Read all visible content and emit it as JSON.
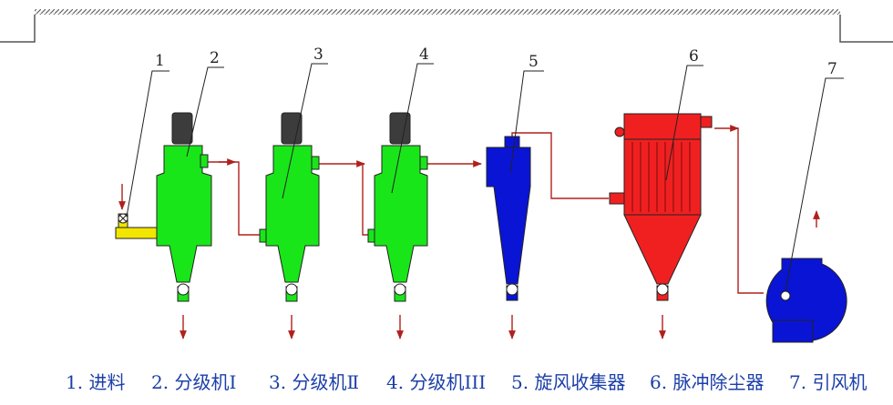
{
  "components": [
    {
      "number": "1",
      "label": "进料",
      "color": "#f2e600"
    },
    {
      "number": "2",
      "label": "分级机Ⅰ",
      "color": "#19e619"
    },
    {
      "number": "3",
      "label": "分级机Ⅱ",
      "color": "#19e619"
    },
    {
      "number": "4",
      "label": "分级机III",
      "color": "#19e619"
    },
    {
      "number": "5",
      "label": "旋风收集器",
      "color": "#0a14d4"
    },
    {
      "number": "6",
      "label": "脉冲除尘器",
      "color": "#f02020"
    },
    {
      "number": "7",
      "label": "引风机",
      "color": "#0a14d4"
    }
  ],
  "legend": [
    "1. 进料",
    "2. 分级机Ⅰ",
    "3. 分级机Ⅱ",
    "4. 分级机III",
    "5. 旋风收集器",
    "6. 脉冲除尘器",
    "7. 引风机"
  ],
  "colors": {
    "pipe": "#b0201c",
    "outline": "#222222",
    "motor": "#3c3c3c",
    "legend_text": "#1b3fa8",
    "frame": "#555555"
  }
}
